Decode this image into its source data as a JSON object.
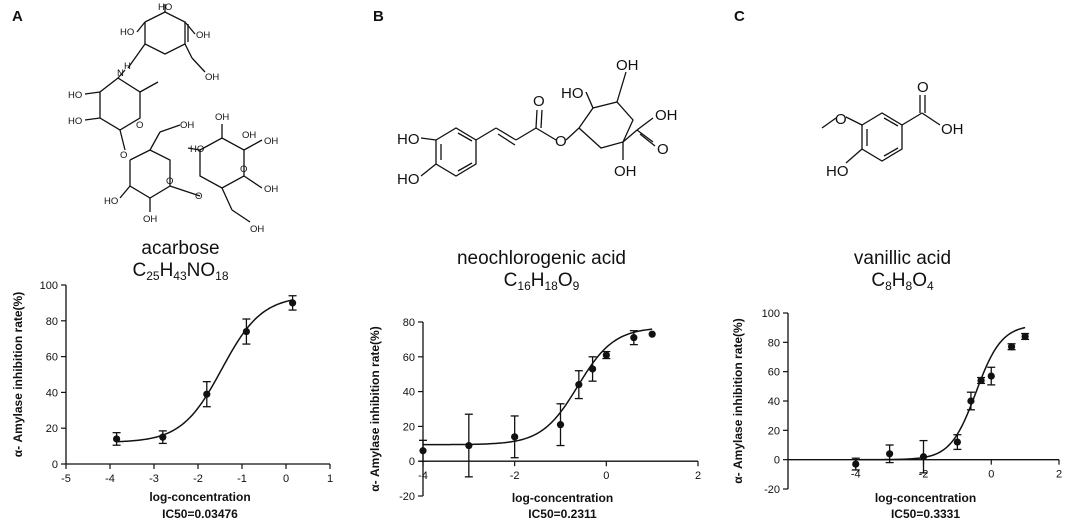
{
  "panels": [
    {
      "letter": "A",
      "compound_name": "acarbose",
      "formula": [
        [
          "C",
          "25"
        ],
        [
          "H",
          "43"
        ],
        [
          "N",
          ""
        ],
        [
          "O",
          "18"
        ]
      ],
      "structure_labels": [
        "HO",
        "OH",
        "HO",
        "N",
        "H",
        "OH",
        "HO",
        "HO",
        "OH",
        "OH",
        "HO",
        "OH",
        "OH",
        "O",
        "O",
        "O",
        "O",
        "OH",
        "HO",
        "OH",
        "O",
        "OH"
      ]
    },
    {
      "letter": "B",
      "compound_name": "neochlorogenic acid",
      "formula": [
        [
          "C",
          "16"
        ],
        [
          "H",
          "18"
        ],
        [
          "O",
          "9"
        ]
      ],
      "structure_labels": [
        "OH",
        "HO",
        "OH",
        "HO",
        "O",
        "O",
        "HO",
        "O",
        "OH"
      ]
    },
    {
      "letter": "C",
      "compound_name": "vanillic acid",
      "formula": [
        [
          "C",
          "8"
        ],
        [
          "H",
          "8"
        ],
        [
          "O",
          "4"
        ]
      ],
      "structure_labels": [
        "O",
        "O",
        "OH",
        "HO"
      ]
    }
  ],
  "chart_data": [
    {
      "type": "scatter",
      "fit": "sigmoid",
      "xlabel": "log-concentration",
      "ylabel": "α- Amylase inhibition rate(%)",
      "annotation": "IC50=0.03476",
      "xlim": [
        -5,
        1
      ],
      "ylim": [
        0,
        100
      ],
      "xticks": [
        -5,
        -4,
        -3,
        -2,
        -1,
        0,
        1
      ],
      "yticks": [
        0,
        20,
        40,
        60,
        80,
        100
      ],
      "points": [
        {
          "x": -3.85,
          "y": 14,
          "err": 3.5
        },
        {
          "x": -2.8,
          "y": 15,
          "err": 3.5
        },
        {
          "x": -1.8,
          "y": 39,
          "err": 7
        },
        {
          "x": -0.9,
          "y": 74,
          "err": 7
        },
        {
          "x": 0.15,
          "y": 90,
          "err": 4
        }
      ],
      "curve": {
        "bottom": 12,
        "top": 94,
        "logIC50": -1.46,
        "hill": 0.95,
        "x_from": -3.85,
        "x_to": 0.15
      }
    },
    {
      "type": "scatter",
      "fit": "sigmoid",
      "xlabel": "log-concentration",
      "ylabel": "α- Amylase inhibition rate(%)",
      "annotation": "IC50=0.2311",
      "xlim": [
        -4,
        2
      ],
      "ylim": [
        -20,
        80
      ],
      "xticks": [
        -4,
        -2,
        0,
        2
      ],
      "yticks": [
        -20,
        0,
        20,
        40,
        60,
        80
      ],
      "points": [
        {
          "x": -4,
          "y": 6,
          "err": 6
        },
        {
          "x": -3,
          "y": 9,
          "err": 18
        },
        {
          "x": -2,
          "y": 14,
          "err": 12
        },
        {
          "x": -1,
          "y": 21,
          "err": 12
        },
        {
          "x": -0.6,
          "y": 44,
          "err": 8
        },
        {
          "x": -0.3,
          "y": 53,
          "err": 7
        },
        {
          "x": 0,
          "y": 61,
          "err": 2
        },
        {
          "x": 0.6,
          "y": 71,
          "err": 4
        },
        {
          "x": 1,
          "y": 73,
          "err": 0
        }
      ],
      "curve": {
        "bottom": 9.5,
        "top": 77,
        "logIC50": -0.62,
        "hill": 1.1,
        "x_from": -4,
        "x_to": 1
      }
    },
    {
      "type": "scatter",
      "fit": "sigmoid",
      "xlabel": "log-concentration",
      "ylabel": "α- Amylase inhibition rate(%)",
      "annotation": "IC50=0.3331",
      "xlim": [
        -6,
        2
      ],
      "ylim": [
        -20,
        100
      ],
      "xticks": [
        -4,
        -2,
        0,
        2
      ],
      "yticks": [
        -20,
        0,
        20,
        40,
        60,
        80,
        100
      ],
      "points": [
        {
          "x": -4,
          "y": -3,
          "err": 4
        },
        {
          "x": -3,
          "y": 4,
          "err": 6
        },
        {
          "x": -2,
          "y": 2,
          "err": 11
        },
        {
          "x": -1,
          "y": 12,
          "err": 5
        },
        {
          "x": -0.6,
          "y": 40,
          "err": 6
        },
        {
          "x": -0.3,
          "y": 54,
          "err": 2
        },
        {
          "x": 0,
          "y": 57,
          "err": 6
        },
        {
          "x": 0.6,
          "y": 77,
          "err": 2
        },
        {
          "x": 1,
          "y": 84,
          "err": 2
        }
      ],
      "curve": {
        "bottom": 0,
        "top": 92,
        "logIC50": -0.45,
        "hill": 1.15,
        "x_from": -4,
        "x_to": 1
      }
    }
  ]
}
